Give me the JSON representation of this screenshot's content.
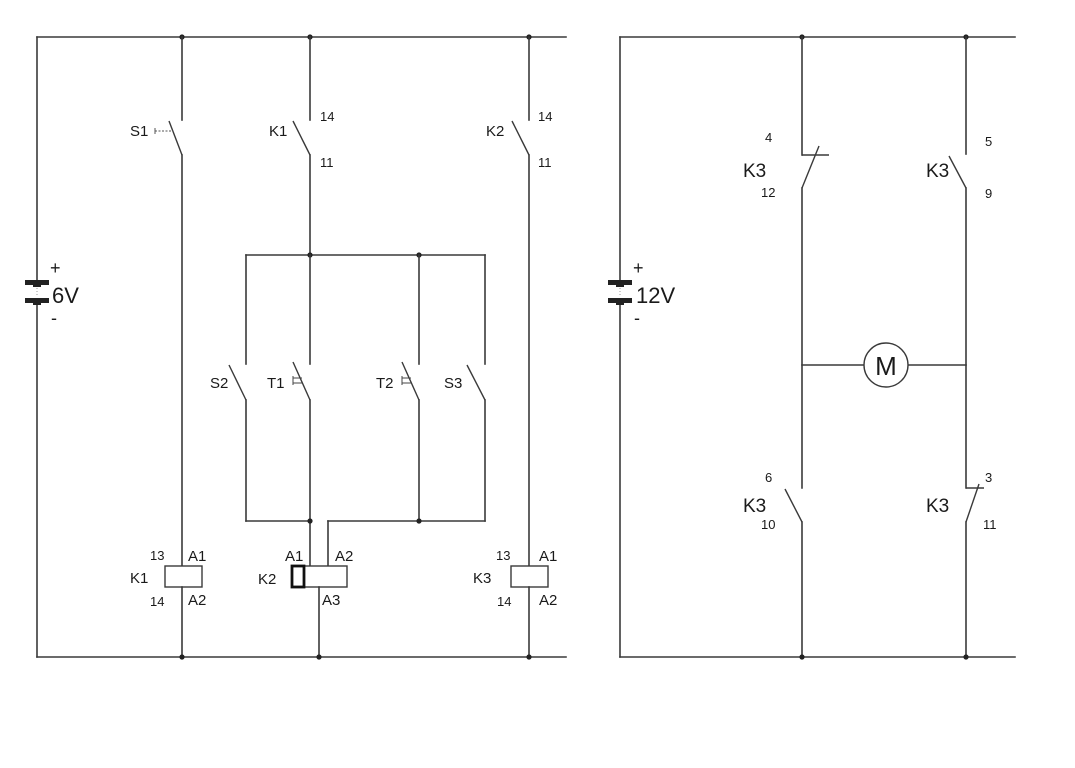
{
  "control_circuit": {
    "supply": {
      "label": "6V",
      "plus": "+",
      "minus": "-"
    },
    "branch_s1": {
      "switch": "S1"
    },
    "branch_k1": {
      "contact": "K1",
      "term_top": "14",
      "term_bottom": "11"
    },
    "branch_k2": {
      "contact": "K2",
      "term_top": "14",
      "term_bottom": "11"
    },
    "parallel_switches": {
      "s2": "S2",
      "t1": "T1",
      "t2": "T2",
      "s3": "S3"
    },
    "coil_k1": {
      "name": "K1",
      "term_top_left": "13",
      "term_top_right": "A1",
      "term_bottom_left": "14",
      "term_bottom_right": "A2"
    },
    "coil_k2": {
      "name": "K2",
      "term_a1": "A1",
      "term_a2": "A2",
      "term_a3": "A3"
    },
    "coil_k3": {
      "name": "K3",
      "term_top_left": "13",
      "term_top_right": "A1",
      "term_bottom_left": "14",
      "term_bottom_right": "A2"
    }
  },
  "power_circuit": {
    "supply": {
      "label": "12V",
      "plus": "+",
      "minus": "-"
    },
    "motor": {
      "label": "M"
    },
    "contact_tl": {
      "name": "K3",
      "term_top": "4",
      "term_bottom": "12"
    },
    "contact_tr": {
      "name": "K3",
      "term_top": "5",
      "term_bottom": "9"
    },
    "contact_bl": {
      "name": "K3",
      "term_top": "6",
      "term_bottom": "10"
    },
    "contact_br": {
      "name": "K3",
      "term_top": "3",
      "term_bottom": "11"
    }
  }
}
